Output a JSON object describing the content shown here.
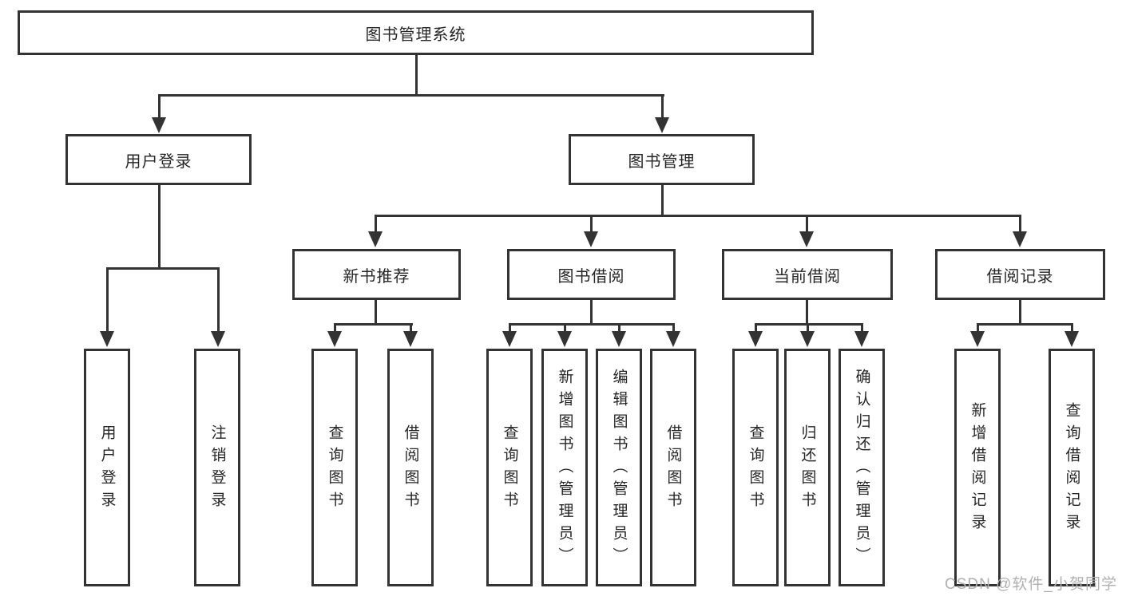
{
  "colors": {
    "line": "#333333",
    "box_border": "#333333",
    "text": "#262626",
    "background": "#ffffff",
    "watermark_text": "#b0b0b0"
  },
  "watermark": {
    "text": "CSDN @软件_小贺同学"
  },
  "diagram": {
    "root": {
      "label": "图书管理系统"
    },
    "branches": [
      {
        "label": "用户登录",
        "children": [
          {
            "label": "用户登录"
          },
          {
            "label": "注销登录"
          }
        ]
      },
      {
        "label": "图书管理",
        "children": [
          {
            "label": "新书推荐",
            "children": [
              {
                "label": "查询图书"
              },
              {
                "label": "借阅图书"
              }
            ]
          },
          {
            "label": "图书借阅",
            "children": [
              {
                "label": "查询图书"
              },
              {
                "label": "新增图书（管理员）"
              },
              {
                "label": "编辑图书（管理员）"
              },
              {
                "label": "借阅图书"
              }
            ]
          },
          {
            "label": "当前借阅",
            "children": [
              {
                "label": "查询图书"
              },
              {
                "label": "归还图书"
              },
              {
                "label": "确认归还（管理员）"
              }
            ]
          },
          {
            "label": "借阅记录",
            "children": [
              {
                "label": "新增借阅记录"
              },
              {
                "label": "查询借阅记录"
              }
            ]
          }
        ]
      }
    ]
  }
}
